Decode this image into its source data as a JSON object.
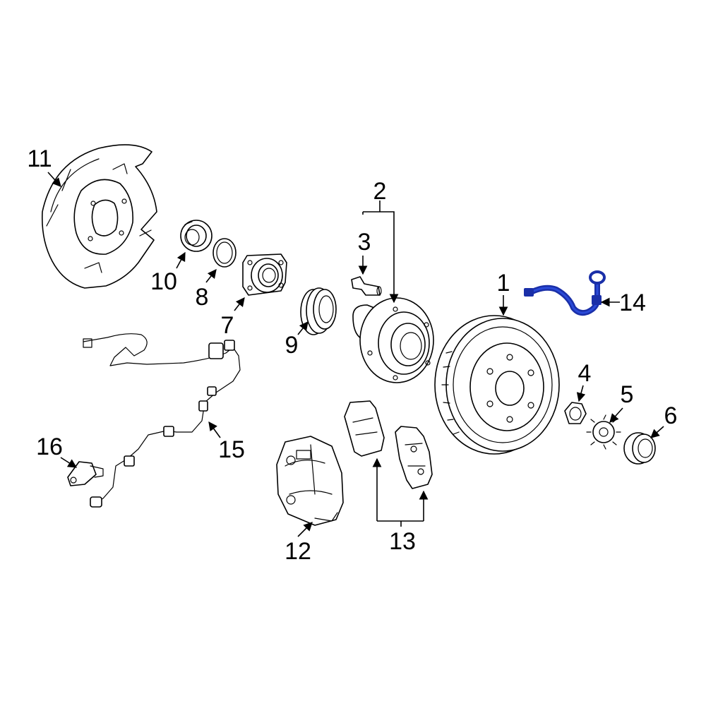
{
  "colors": {
    "line": "#000000",
    "background": "#ffffff",
    "highlight": "#1a2fa8"
  },
  "callouts": [
    {
      "id": "c1",
      "text": "1"
    },
    {
      "id": "c2",
      "text": "2"
    },
    {
      "id": "c3",
      "text": "3"
    },
    {
      "id": "c4",
      "text": "4"
    },
    {
      "id": "c5",
      "text": "5"
    },
    {
      "id": "c6",
      "text": "6"
    },
    {
      "id": "c7",
      "text": "7"
    },
    {
      "id": "c8",
      "text": "8"
    },
    {
      "id": "c9",
      "text": "9"
    },
    {
      "id": "c10",
      "text": "10"
    },
    {
      "id": "c11",
      "text": "11"
    },
    {
      "id": "c12",
      "text": "12"
    },
    {
      "id": "c13",
      "text": "13"
    },
    {
      "id": "c14",
      "text": "14"
    },
    {
      "id": "c15",
      "text": "15"
    },
    {
      "id": "c16",
      "text": "16"
    }
  ],
  "highlighted_part": "14"
}
